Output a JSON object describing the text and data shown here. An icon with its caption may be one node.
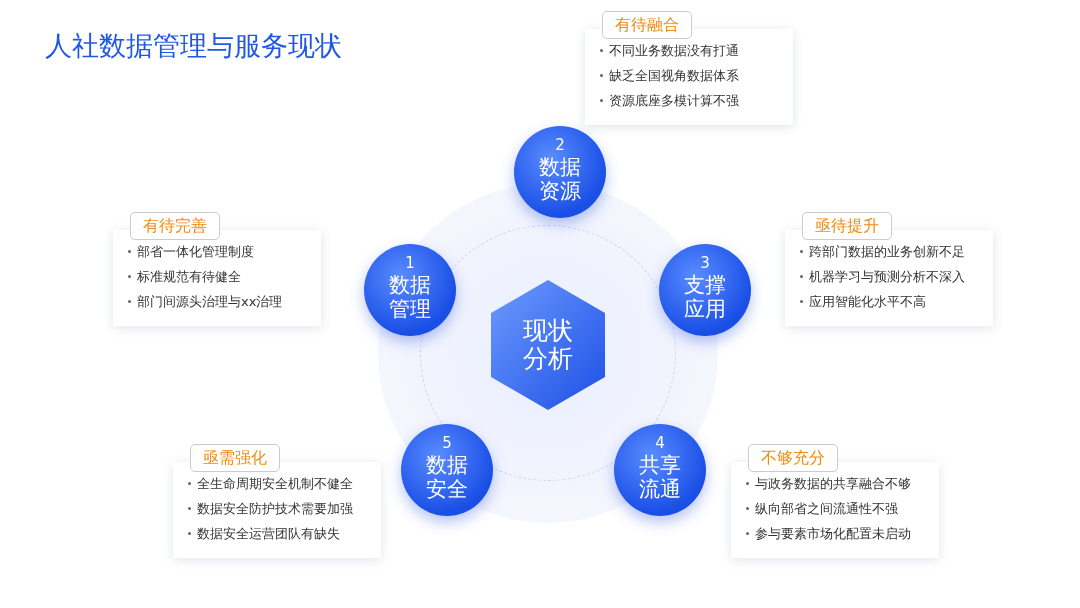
{
  "diagram": {
    "title": "人社数据管理与服务现状",
    "nodes": [
      {
        "text": [
          "现状分析"
        ]
      },
      {
        "text": [
          "1",
          "数据管理"
        ]
      },
      {
        "text": [
          "2",
          "数据资源"
        ]
      },
      {
        "text": [
          "3",
          "支撑应用"
        ]
      },
      {
        "text": [
          "4",
          "共享流通"
        ]
      },
      {
        "text": [
          "5",
          "数据安全"
        ]
      },
      {
        "text": [
          "有待融合"
        ]
      },
      {
        "text": [
          "不同业务数据没有打通",
          "缺乏全国视角数据体系",
          "资源底座多模计算不强"
        ]
      },
      {
        "text": [
          "有待完善"
        ]
      },
      {
        "text": [
          "部省一体化管理制度",
          "标准规范有待健全",
          "部门间源头治理与xx治理"
        ]
      },
      {
        "text": [
          "亟待提升"
        ]
      },
      {
        "text": [
          "跨部门数据的业务创新不足",
          "机器学习与预测分析不深入",
          "应用智能化水平不高"
        ]
      },
      {
        "text": [
          "不够充分"
        ]
      },
      {
        "text": [
          "与政务数据的共享融合不够",
          "纵向部省之间流通性不强",
          "参与要素市场化配置未启动"
        ]
      },
      {
        "text": [
          "亟需强化"
        ]
      },
      {
        "text": [
          "全生命周期安全机制不健全",
          "数据安全防护技术需要加强",
          "数据安全运营团队有缺失"
        ]
      }
    ],
    "edges": []
  }
}
